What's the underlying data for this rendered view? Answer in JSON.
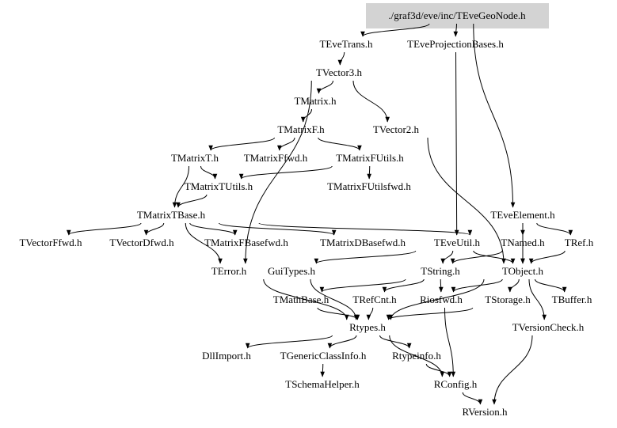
{
  "diagram": {
    "type": "include-dependency-graph",
    "root": "./graf3d/eve/inc/TEveGeoNode.h",
    "colors": {
      "root_fill": "#d3d3d3",
      "edge": "#000000",
      "text": "#000000",
      "background": "#ffffff"
    },
    "nodes": [
      {
        "id": "root",
        "label": "./graf3d/eve/inc/TEveGeoNode.h"
      },
      {
        "id": "TEveTrans",
        "label": "TEveTrans.h"
      },
      {
        "id": "TEveProjectionBases",
        "label": "TEveProjectionBases.h"
      },
      {
        "id": "TVector3",
        "label": "TVector3.h"
      },
      {
        "id": "TMatrix",
        "label": "TMatrix.h"
      },
      {
        "id": "TMatrixF",
        "label": "TMatrixF.h"
      },
      {
        "id": "TVector2",
        "label": "TVector2.h"
      },
      {
        "id": "TMatrixT",
        "label": "TMatrixT.h"
      },
      {
        "id": "TMatrixFfwd",
        "label": "TMatrixFfwd.h"
      },
      {
        "id": "TMatrixFUtils",
        "label": "TMatrixFUtils.h"
      },
      {
        "id": "TMatrixTUtils",
        "label": "TMatrixTUtils.h"
      },
      {
        "id": "TMatrixFUtilsfwd",
        "label": "TMatrixFUtilsfwd.h"
      },
      {
        "id": "TMatrixTBase",
        "label": "TMatrixTBase.h"
      },
      {
        "id": "TEveElement",
        "label": "TEveElement.h"
      },
      {
        "id": "TVectorFfwd",
        "label": "TVectorFfwd.h"
      },
      {
        "id": "TVectorDfwd",
        "label": "TVectorDfwd.h"
      },
      {
        "id": "TMatrixFBasefwd",
        "label": "TMatrixFBasefwd.h"
      },
      {
        "id": "TMatrixDBasefwd",
        "label": "TMatrixDBasefwd.h"
      },
      {
        "id": "TEveUtil",
        "label": "TEveUtil.h"
      },
      {
        "id": "TNamed",
        "label": "TNamed.h"
      },
      {
        "id": "TRef",
        "label": "TRef.h"
      },
      {
        "id": "TError",
        "label": "TError.h"
      },
      {
        "id": "GuiTypes",
        "label": "GuiTypes.h"
      },
      {
        "id": "TString",
        "label": "TString.h"
      },
      {
        "id": "TObject",
        "label": "TObject.h"
      },
      {
        "id": "TMathBase",
        "label": "TMathBase.h"
      },
      {
        "id": "TRefCnt",
        "label": "TRefCnt.h"
      },
      {
        "id": "Riosfwd",
        "label": "Riosfwd.h"
      },
      {
        "id": "TStorage",
        "label": "TStorage.h"
      },
      {
        "id": "TBuffer",
        "label": "TBuffer.h"
      },
      {
        "id": "Rtypes",
        "label": "Rtypes.h"
      },
      {
        "id": "TVersionCheck",
        "label": "TVersionCheck.h"
      },
      {
        "id": "DllImport",
        "label": "DllImport.h"
      },
      {
        "id": "TGenericClassInfo",
        "label": "TGenericClassInfo.h"
      },
      {
        "id": "Rtypeinfo",
        "label": "Rtypeinfo.h"
      },
      {
        "id": "TSchemaHelper",
        "label": "TSchemaHelper.h"
      },
      {
        "id": "RConfig",
        "label": "RConfig.h"
      },
      {
        "id": "RVersion",
        "label": "RVersion.h"
      }
    ],
    "edges": [
      [
        "root",
        "TEveTrans"
      ],
      [
        "root",
        "TEveProjectionBases"
      ],
      [
        "root",
        "TEveElement"
      ],
      [
        "TEveTrans",
        "TVector3"
      ],
      [
        "TEveProjectionBases",
        "TEveUtil"
      ],
      [
        "TVector3",
        "TMatrix"
      ],
      [
        "TVector3",
        "TVector2"
      ],
      [
        "TVector3",
        "TError"
      ],
      [
        "TMatrix",
        "TMatrixF"
      ],
      [
        "TMatrixF",
        "TMatrixT"
      ],
      [
        "TMatrixF",
        "TMatrixFfwd"
      ],
      [
        "TMatrixF",
        "TMatrixFUtils"
      ],
      [
        "TMatrixT",
        "TMatrixTUtils"
      ],
      [
        "TMatrixT",
        "TMatrixTBase"
      ],
      [
        "TMatrixFUtils",
        "TMatrixTUtils"
      ],
      [
        "TMatrixFUtils",
        "TMatrixFUtilsfwd"
      ],
      [
        "TMatrixTUtils",
        "TMatrixTBase"
      ],
      [
        "TVector2",
        "TObject"
      ],
      [
        "TMatrixTBase",
        "TVectorFfwd"
      ],
      [
        "TMatrixTBase",
        "TVectorDfwd"
      ],
      [
        "TMatrixTBase",
        "TMatrixFBasefwd"
      ],
      [
        "TMatrixTBase",
        "TMatrixDBasefwd"
      ],
      [
        "TMatrixTBase",
        "TError"
      ],
      [
        "TMatrixTBase",
        "TNamed"
      ],
      [
        "TEveElement",
        "TNamed"
      ],
      [
        "TEveElement",
        "TObject"
      ],
      [
        "TEveElement",
        "TRef"
      ],
      [
        "TEveUtil",
        "GuiTypes"
      ],
      [
        "TEveUtil",
        "TString"
      ],
      [
        "TEveUtil",
        "TObject"
      ],
      [
        "TNamed",
        "TObject"
      ],
      [
        "TNamed",
        "TString"
      ],
      [
        "TRef",
        "TObject"
      ],
      [
        "TError",
        "Rtypes"
      ],
      [
        "GuiTypes",
        "Rtypes"
      ],
      [
        "TString",
        "TMathBase"
      ],
      [
        "TString",
        "TRefCnt"
      ],
      [
        "TString",
        "Riosfwd"
      ],
      [
        "TObject",
        "Rtypes"
      ],
      [
        "TObject",
        "TStorage"
      ],
      [
        "TObject",
        "TBuffer"
      ],
      [
        "TObject",
        "TVersionCheck"
      ],
      [
        "TObject",
        "Riosfwd"
      ],
      [
        "TMathBase",
        "Rtypes"
      ],
      [
        "TRefCnt",
        "Rtypes"
      ],
      [
        "TStorage",
        "Rtypes"
      ],
      [
        "Riosfwd",
        "RConfig"
      ],
      [
        "Rtypes",
        "DllImport"
      ],
      [
        "Rtypes",
        "TGenericClassInfo"
      ],
      [
        "Rtypes",
        "Rtypeinfo"
      ],
      [
        "Rtypes",
        "RConfig"
      ],
      [
        "TGenericClassInfo",
        "TSchemaHelper"
      ],
      [
        "Rtypeinfo",
        "RConfig"
      ],
      [
        "RConfig",
        "RVersion"
      ],
      [
        "TVersionCheck",
        "RVersion"
      ]
    ]
  }
}
